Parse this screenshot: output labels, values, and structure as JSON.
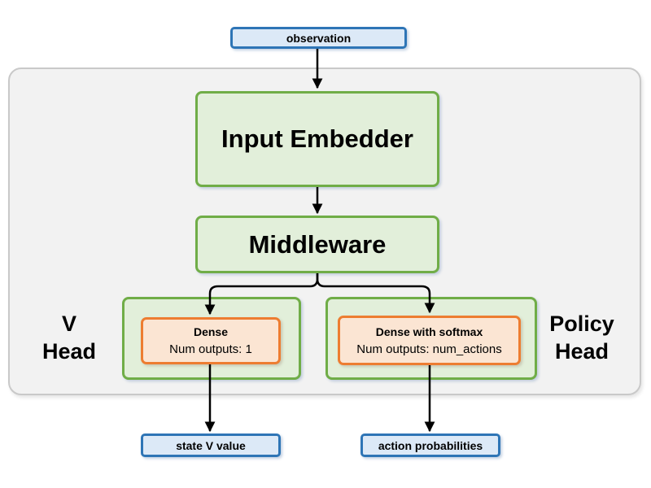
{
  "nodes": {
    "observation": {
      "label": "observation"
    },
    "input_embedder": {
      "label": "Input Embedder"
    },
    "middleware": {
      "label": "Middleware"
    },
    "v_head": {
      "label_line1": "V",
      "label_line2": "Head",
      "dense_title": "Dense",
      "dense_subtitle": "Num outputs: 1"
    },
    "policy_head": {
      "label_line1": "Policy",
      "label_line2": "Head",
      "dense_title": "Dense with softmax",
      "dense_subtitle": "Num outputs: num_actions"
    },
    "state_v_value": {
      "label": "state V value"
    },
    "action_probabilities": {
      "label": "action probabilities"
    }
  },
  "colors": {
    "green_border": "#70ad47",
    "green_fill": "#e2efda",
    "orange_border": "#ed7d31",
    "orange_fill": "#fbe5d3",
    "blue_border": "#2e75b6",
    "blue_fill": "#dce9f7",
    "container_fill": "#f2f2f2",
    "container_border": "#c9c9c9",
    "arrow": "#000000",
    "text": "#000000"
  }
}
